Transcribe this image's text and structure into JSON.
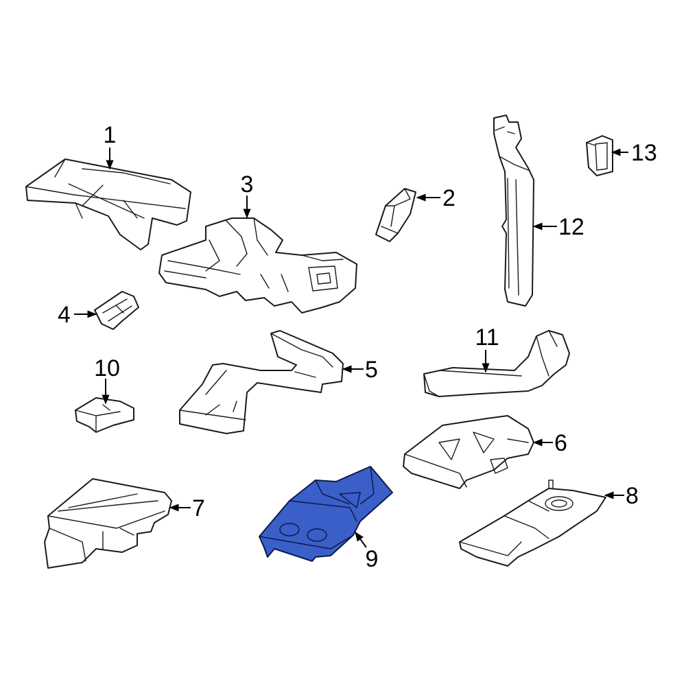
{
  "callouts": {
    "c1": "1",
    "c2": "2",
    "c3": "3",
    "c4": "4",
    "c5": "5",
    "c6": "6",
    "c7": "7",
    "c8": "8",
    "c9": "9",
    "c10": "10",
    "c11": "11",
    "c12": "12",
    "c13": "13"
  },
  "highlighted_part": "9",
  "colors": {
    "highlight": "#3a5fc8",
    "outline": "#1a1a1a",
    "background": "#ffffff"
  }
}
